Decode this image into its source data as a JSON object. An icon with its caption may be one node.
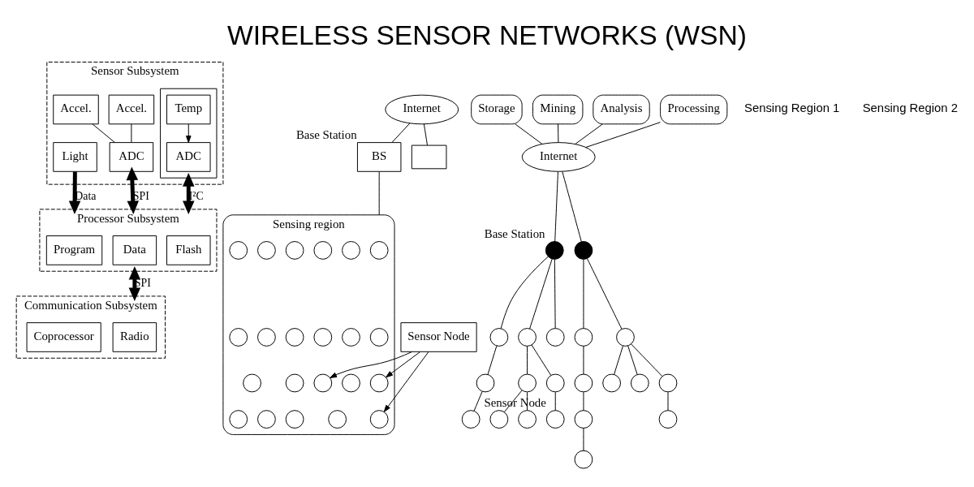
{
  "diagram": {
    "title": "WIRELESS SENSOR NETWORKS (WSN)",
    "nodes": [
      {
        "text": [
          "Sensor Subsystem"
        ]
      },
      {
        "text": [
          "Light"
        ],
        "in": 0
      },
      {
        "text": [
          "Accel."
        ],
        "in": 0
      },
      {
        "text": [
          "Accel."
        ],
        "in": 0
      },
      {
        "text": [
          "ADC"
        ],
        "in": 0
      },
      {
        "text": [],
        "shape": "box",
        "in": 0
      },
      {
        "text": [
          "Temp"
        ],
        "in": 5
      },
      {
        "text": [
          "ADC"
        ],
        "in": 5
      },
      {
        "text": [
          "Processor Subsystem"
        ]
      },
      {
        "text": [
          "Program"
        ],
        "in": 8
      },
      {
        "text": [
          "Data"
        ],
        "in": 8
      },
      {
        "text": [
          "Flash"
        ],
        "in": 8
      },
      {
        "text": [
          "Communication Subsystem"
        ]
      },
      {
        "text": [
          "Radio"
        ],
        "in": 12
      },
      {
        "text": [
          "Coprocessor"
        ],
        "in": 12
      },
      {
        "text": [
          "Internet"
        ]
      },
      {
        "text": [
          "BS"
        ],
        "beside": [
          "Base Station"
        ]
      },
      {
        "text": [
          "Sensing region"
        ]
      },
      {
        "text": [],
        "shape": "circle",
        "in": 17
      },
      {
        "text": [],
        "shape": "circle",
        "in": 17
      },
      {
        "text": [],
        "shape": "circle",
        "in": 17
      },
      {
        "text": [],
        "shape": "circle",
        "in": 17
      },
      {
        "text": [],
        "shape": "circle",
        "in": 17
      },
      {
        "text": [],
        "shape": "circle",
        "in": 17
      },
      {
        "text": [],
        "shape": "circle",
        "in": 17
      },
      {
        "text": [],
        "shape": "circle",
        "in": 17
      },
      {
        "text": [],
        "shape": "circle",
        "in": 17
      },
      {
        "text": [],
        "shape": "circle",
        "in": 17
      },
      {
        "text": [],
        "shape": "circle",
        "in": 17
      },
      {
        "text": [],
        "shape": "circle",
        "in": 17
      },
      {
        "text": [],
        "shape": "circle",
        "in": 17
      },
      {
        "text": [],
        "shape": "circle",
        "in": 17
      },
      {
        "text": [],
        "shape": "circle",
        "in": 17
      },
      {
        "text": [],
        "shape": "circle",
        "in": 17
      },
      {
        "text": [],
        "shape": "circle",
        "in": 17
      },
      {
        "text": [],
        "shape": "circle",
        "in": 17
      },
      {
        "text": [],
        "shape": "circle",
        "in": 17
      },
      {
        "text": [],
        "shape": "circle",
        "in": 17
      },
      {
        "text": [],
        "shape": "circle",
        "in": 17
      },
      {
        "text": [],
        "shape": "circle",
        "in": 17
      },
      {
        "text": [
          "Sensor Node"
        ]
      },
      {
        "text": [],
        "shape": "box"
      },
      {
        "text": [
          "Storage"
        ]
      },
      {
        "text": [
          "Mining"
        ]
      },
      {
        "text": [
          "Analysis"
        ]
      },
      {
        "text": [
          "Processing"
        ]
      },
      {
        "text": [
          "Internet"
        ]
      },
      {
        "text": [],
        "shape": "circle",
        "beside": [
          "Base Station"
        ]
      },
      {
        "text": [],
        "shape": "circle"
      },
      {
        "text": [],
        "shape": "circle"
      },
      {
        "text": [],
        "shape": "circle"
      },
      {
        "text": [],
        "shape": "circle"
      },
      {
        "text": [],
        "shape": "circle"
      },
      {
        "text": [],
        "shape": "circle"
      },
      {
        "text": [],
        "shape": "circle"
      },
      {
        "text": [],
        "shape": "circle"
      },
      {
        "text": [],
        "shape": "circle"
      },
      {
        "text": [],
        "shape": "circle",
        "beside": [
          "Sensor Node"
        ]
      },
      {
        "text": [],
        "shape": "circle"
      },
      {
        "text": [],
        "shape": "circle"
      },
      {
        "text": [],
        "shape": "circle"
      },
      {
        "text": [],
        "shape": "circle"
      },
      {
        "text": [],
        "shape": "circle"
      },
      {
        "text": [],
        "shape": "circle"
      },
      {
        "text": [],
        "shape": "circle"
      },
      {
        "text": [],
        "shape": "circle"
      },
      {
        "text": [],
        "shape": "circle"
      },
      {
        "text": [],
        "shape": "circle"
      }
    ],
    "edges": [
      {
        "from": 1,
        "to": 8,
        "arrow": "to",
        "label": "Data",
        "style": "thick"
      },
      {
        "from": 2,
        "to": 4,
        "arrow": "none"
      },
      {
        "from": 3,
        "to": 4,
        "arrow": "none"
      },
      {
        "from": 4,
        "to": 8,
        "arrow": "both",
        "label": "SPI",
        "style": "thick"
      },
      {
        "from": 6,
        "to": 7,
        "arrow": "to"
      },
      {
        "from": 5,
        "to": 8,
        "arrow": "both",
        "label": "I²C",
        "style": "thick"
      },
      {
        "from": 8,
        "to": 12,
        "arrow": "both",
        "label": "SPI",
        "style": "thick"
      },
      {
        "from": 15,
        "to": 16,
        "arrow": "none"
      },
      {
        "from": 16,
        "to": 17,
        "arrow": "none"
      },
      {
        "from": 15,
        "to": 41,
        "arrow": "none"
      },
      {
        "from": 40,
        "to": 32,
        "arrow": "to"
      },
      {
        "from": 40,
        "to": 33,
        "arrow": "to"
      },
      {
        "from": 40,
        "to": 37,
        "arrow": "to"
      },
      {
        "from": 44,
        "to": 46,
        "arrow": "none"
      },
      {
        "from": 42,
        "to": 46,
        "arrow": "none"
      },
      {
        "from": 43,
        "to": 46,
        "arrow": "none"
      },
      {
        "from": 45,
        "to": 46,
        "arrow": "none"
      },
      {
        "from": 46,
        "to": 47,
        "arrow": "none"
      },
      {
        "from": 46,
        "to": 48,
        "arrow": "none"
      },
      {
        "from": 47,
        "to": 49,
        "arrow": "none"
      },
      {
        "from": 49,
        "to": 50,
        "arrow": "none"
      },
      {
        "from": 50,
        "to": 51,
        "arrow": "none"
      },
      {
        "from": 47,
        "to": 52,
        "arrow": "none"
      },
      {
        "from": 52,
        "to": 53,
        "arrow": "none"
      },
      {
        "from": 53,
        "to": 54,
        "arrow": "none"
      },
      {
        "from": 53,
        "to": 55,
        "arrow": "none"
      },
      {
        "from": 52,
        "to": 56,
        "arrow": "none"
      },
      {
        "from": 56,
        "to": 57,
        "arrow": "none"
      },
      {
        "from": 47,
        "to": 58,
        "arrow": "none"
      },
      {
        "from": 48,
        "to": 59,
        "arrow": "none"
      },
      {
        "from": 59,
        "to": 60,
        "arrow": "none"
      },
      {
        "from": 60,
        "to": 61,
        "arrow": "none"
      },
      {
        "from": 61,
        "to": 62,
        "arrow": "none"
      },
      {
        "from": 48,
        "to": 63,
        "arrow": "none"
      },
      {
        "from": 63,
        "to": 64,
        "arrow": "none"
      },
      {
        "from": 63,
        "to": 65,
        "arrow": "none"
      },
      {
        "from": 63,
        "to": 66,
        "arrow": "none"
      },
      {
        "from": 66,
        "to": 67,
        "arrow": "none"
      }
    ],
    "labels": [
      "Sensing Region 1",
      "Sensing Region 2"
    ]
  }
}
